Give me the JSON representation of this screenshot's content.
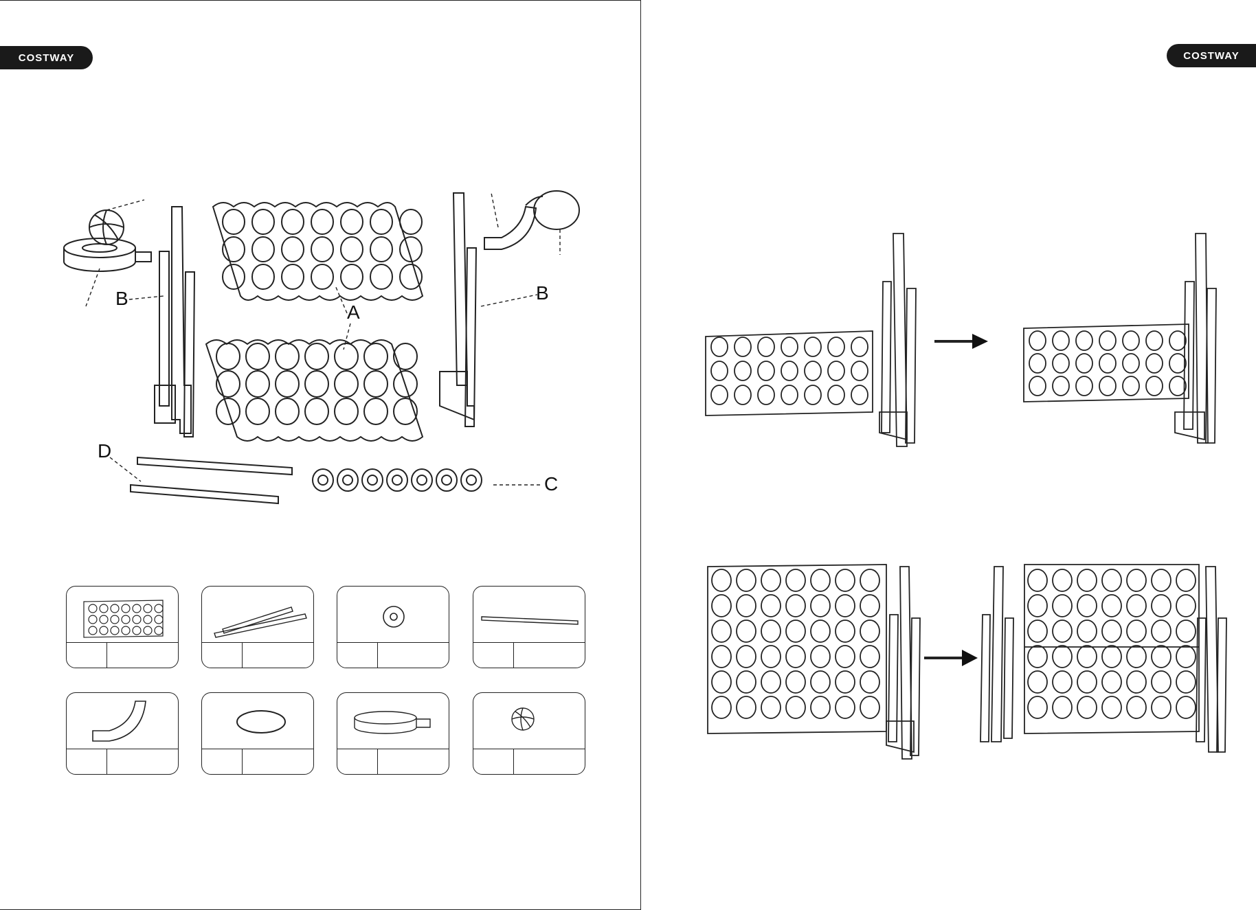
{
  "brand": {
    "left": "COSTWAY",
    "right": "COSTWAY"
  },
  "parts_labels": {
    "a": "A",
    "b1": "B",
    "b2": "B",
    "c": "C",
    "d": "D"
  },
  "parts_cards": [
    {
      "name": "board-panel"
    },
    {
      "name": "legs"
    },
    {
      "name": "disc"
    },
    {
      "name": "slider-bar"
    },
    {
      "name": "hoop-arm"
    },
    {
      "name": "hoop-ring"
    },
    {
      "name": "ball-holder"
    },
    {
      "name": "ball"
    }
  ],
  "colors": {
    "ink": "#222222",
    "brand_bg": "#1a1a1a",
    "brand_text": "#ffffff"
  }
}
